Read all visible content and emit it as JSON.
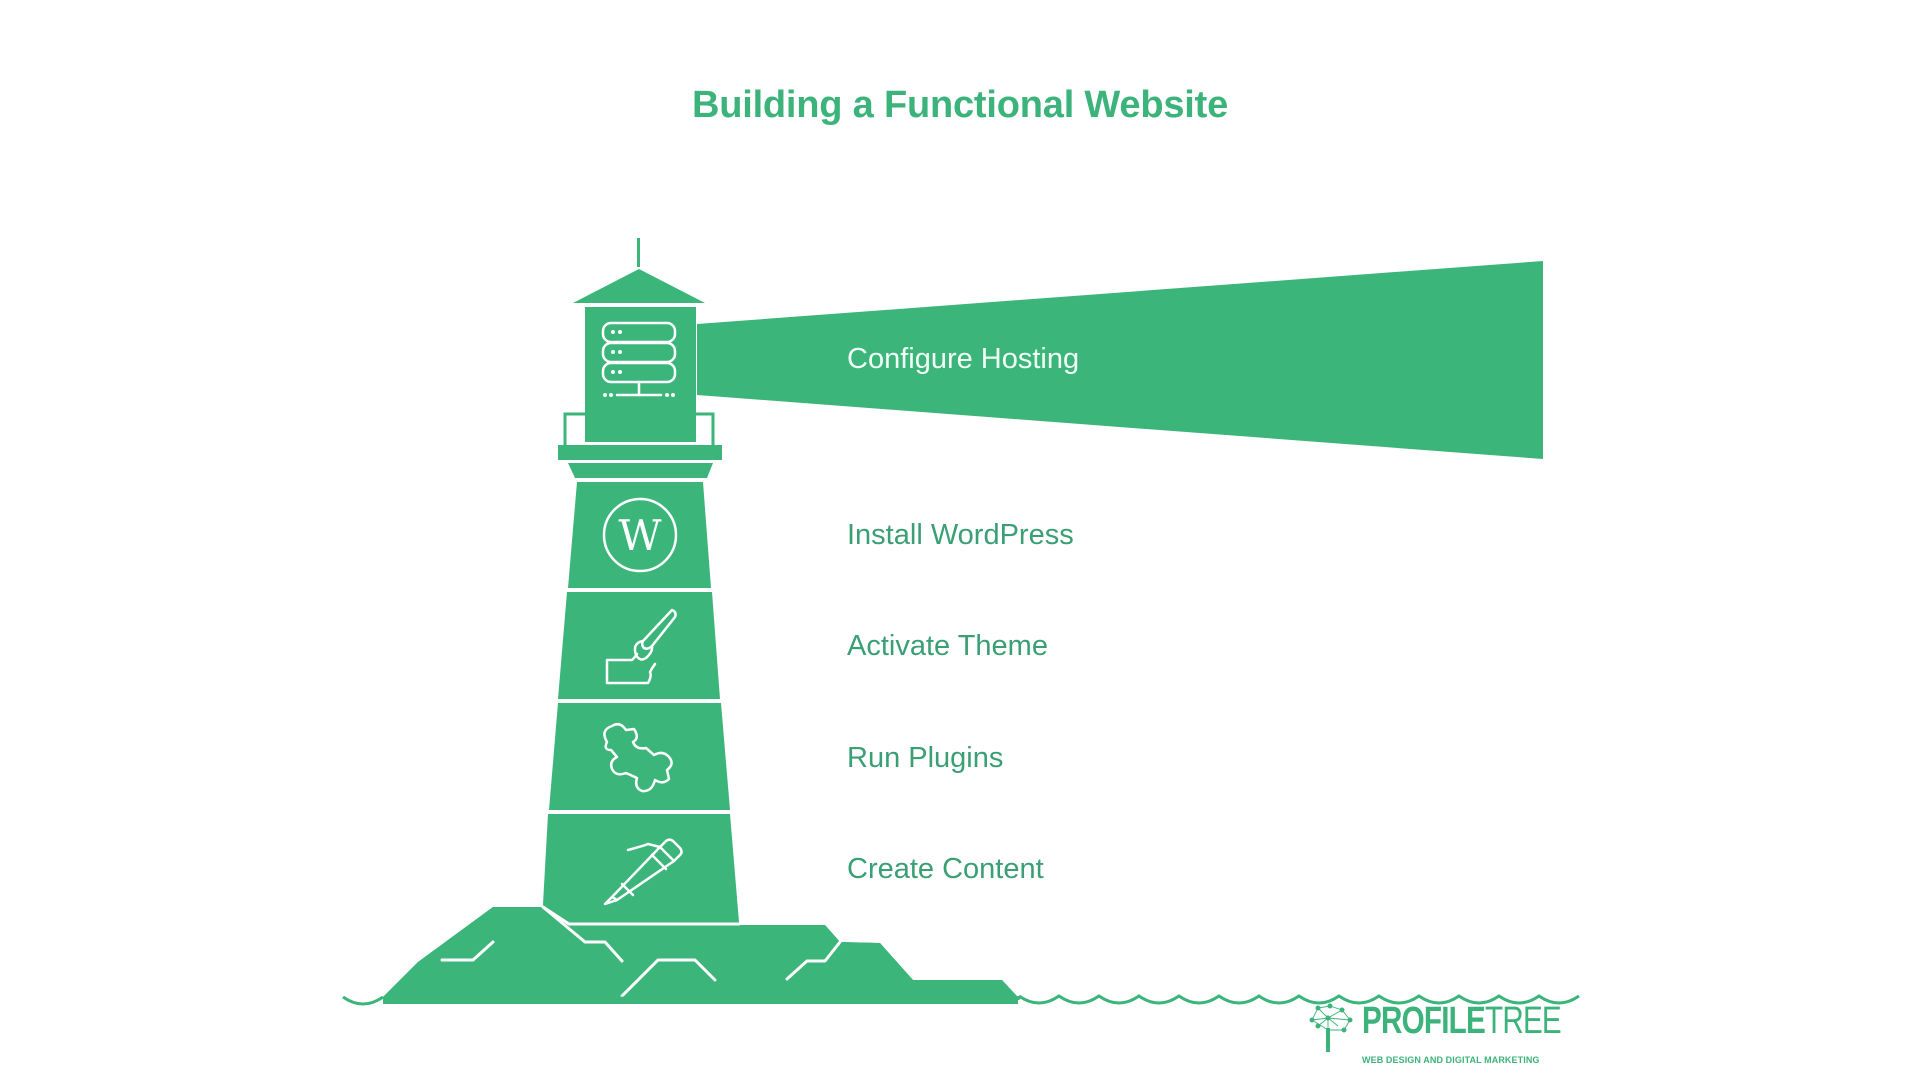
{
  "title": "Building a Functional Website",
  "colors": {
    "primary_green": "#3bb57a",
    "label_green": "#3a9f74",
    "beam_text": "#f2fff7",
    "background": "#ffffff"
  },
  "steps": [
    {
      "label": "Configure Hosting",
      "icon": "server-icon",
      "highlighted": true
    },
    {
      "label": "Install WordPress",
      "icon": "wordpress-icon",
      "highlighted": false
    },
    {
      "label": "Activate Theme",
      "icon": "paint-brush-icon",
      "highlighted": false
    },
    {
      "label": "Run Plugins",
      "icon": "puzzle-piece-icon",
      "highlighted": false
    },
    {
      "label": "Create Content",
      "icon": "pencil-icon",
      "highlighted": false
    }
  ],
  "logo": {
    "brand_bold": "PROFILE",
    "brand_light": "TREE",
    "tagline": "WEB DESIGN AND DIGITAL MARKETING"
  }
}
